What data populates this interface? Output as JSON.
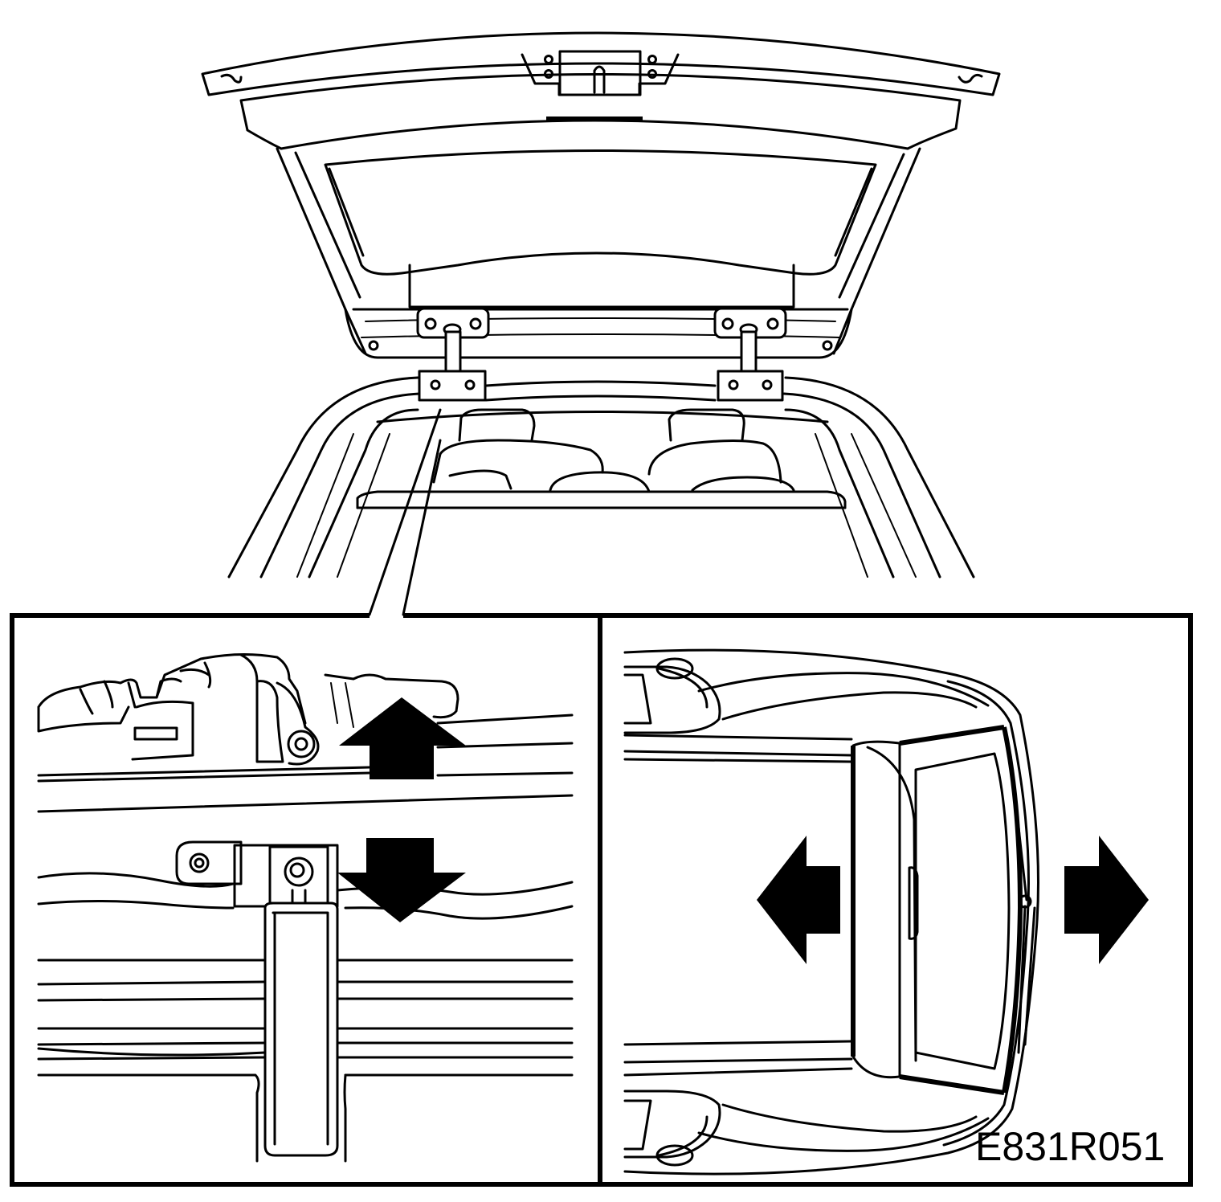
{
  "figure": {
    "reference_code": "E831R051",
    "panels": [
      {
        "name": "overview",
        "subject": "car-rear-tailgate-open"
      },
      {
        "name": "detail-left",
        "subject": "tailgate-hinge-closeup"
      },
      {
        "name": "detail-right",
        "subject": "car-top-view-tailgate"
      }
    ],
    "arrows": {
      "left_panel": [
        "up",
        "down"
      ],
      "right_panel": [
        "left",
        "right"
      ]
    },
    "colors": {
      "line": "#000000",
      "background": "#ffffff"
    }
  }
}
